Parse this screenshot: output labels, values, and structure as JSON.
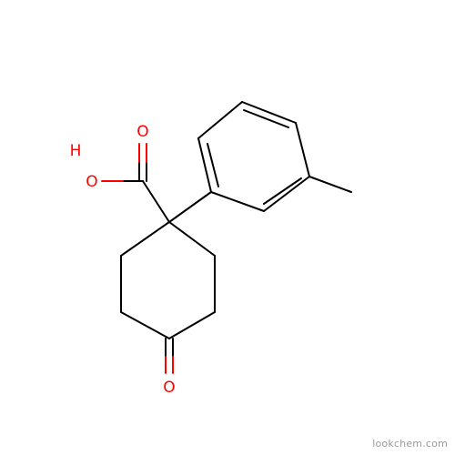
{
  "molecule": {
    "atoms": {
      "hydroxyl_h": "H",
      "hydroxyl_o": "O",
      "carbonyl_o_acid": "O",
      "ketone_o": "O"
    },
    "colors": {
      "bond": "#000000",
      "oxygen": "#ff0000"
    }
  },
  "watermark": "lookchem.com"
}
